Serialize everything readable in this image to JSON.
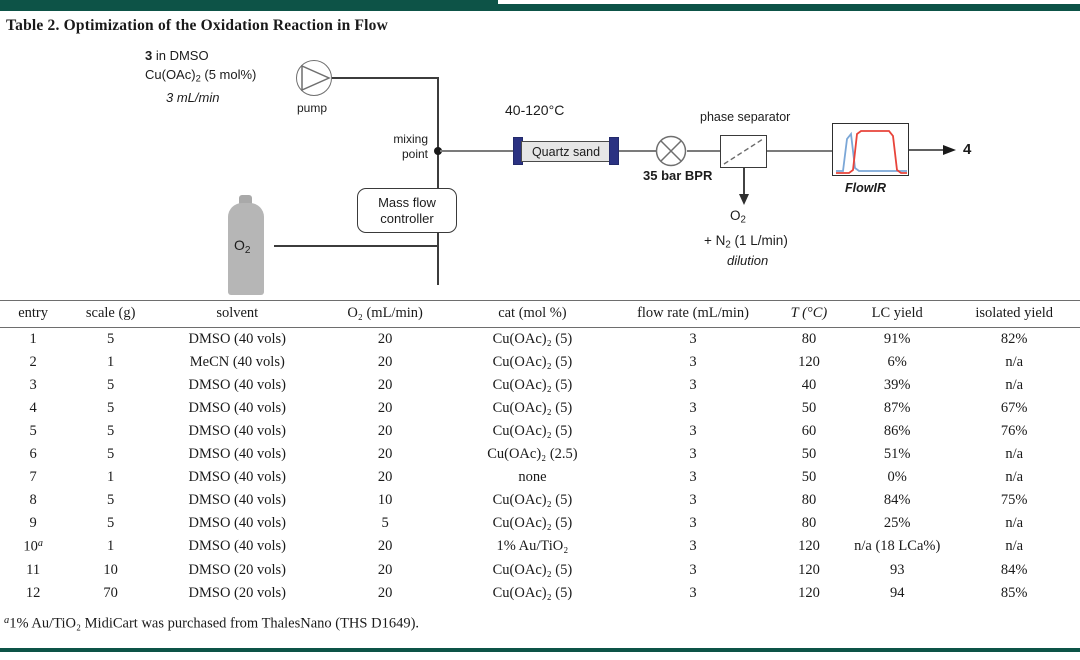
{
  "page": {
    "rule_color": "#0d5347",
    "caption": "Table 2. Optimization of the Oxidation Reaction in Flow"
  },
  "scheme": {
    "feed_line1_bold": "3",
    "feed_line1_rest": " in DMSO",
    "feed_catalyst": "Cu(OAc)",
    "feed_catalyst_sub": "2",
    "feed_catalyst_tail": " (5 mol%)",
    "feed_flow": "3 mL/min",
    "pump_label": "pump",
    "mixing_point_line1": "mixing",
    "mixing_point_line2": "point",
    "temperature_label": "40-120°C",
    "reactor_label": "Quartz sand",
    "bpr_label": "35 bar BPR",
    "phase_separator_label": "phase separator",
    "mfc_line1": "Mass flow",
    "mfc_line2": "controller",
    "cylinder_label": "O",
    "cylinder_label_sub": "2",
    "vent_o2": "O",
    "vent_o2_sub": "2",
    "dilution_gas_prefix": "+ N",
    "dilution_gas_sub": "2",
    "dilution_gas_tail": " (1 L/min)",
    "dilution_label": "dilution",
    "flowir_label": "FlowIR",
    "product_label": "4",
    "colors": {
      "reactor_cap": "#2b3282",
      "reactor_body": "#e6e6e6",
      "cylinder": "#b6b6b6",
      "line": "#7b7b7b",
      "ir_trace_red": "#e8443a",
      "ir_trace_blue": "#7ba7d7"
    }
  },
  "table": {
    "headers": [
      "entry",
      "scale (g)",
      "solvent",
      "O₂ (mL/min)",
      "cat (mol %)",
      "flow rate (mL/min)",
      "T (°C)",
      "LC yield",
      "isolated yield"
    ],
    "rows": [
      {
        "entry": "1",
        "entry_sup": "",
        "scale": "5",
        "solvent": "DMSO (40 vols)",
        "o2": "20",
        "cat": "Cu(OAc)₂ (5)",
        "flow": "3",
        "temp": "80",
        "lc": "91%",
        "iso": "82%"
      },
      {
        "entry": "2",
        "entry_sup": "",
        "scale": "1",
        "solvent": "MeCN (40 vols)",
        "o2": "20",
        "cat": "Cu(OAc)₂ (5)",
        "flow": "3",
        "temp": "120",
        "lc": "6%",
        "iso": "n/a"
      },
      {
        "entry": "3",
        "entry_sup": "",
        "scale": "5",
        "solvent": "DMSO (40 vols)",
        "o2": "20",
        "cat": "Cu(OAc)₂ (5)",
        "flow": "3",
        "temp": "40",
        "lc": "39%",
        "iso": "n/a"
      },
      {
        "entry": "4",
        "entry_sup": "",
        "scale": "5",
        "solvent": "DMSO (40 vols)",
        "o2": "20",
        "cat": "Cu(OAc)₂ (5)",
        "flow": "3",
        "temp": "50",
        "lc": "87%",
        "iso": "67%"
      },
      {
        "entry": "5",
        "entry_sup": "",
        "scale": "5",
        "solvent": "DMSO (40 vols)",
        "o2": "20",
        "cat": "Cu(OAc)₂ (5)",
        "flow": "3",
        "temp": "60",
        "lc": "86%",
        "iso": "76%"
      },
      {
        "entry": "6",
        "entry_sup": "",
        "scale": "5",
        "solvent": "DMSO (40 vols)",
        "o2": "20",
        "cat": "Cu(OAc)₂ (2.5)",
        "flow": "3",
        "temp": "50",
        "lc": "51%",
        "iso": "n/a"
      },
      {
        "entry": "7",
        "entry_sup": "",
        "scale": "1",
        "solvent": "DMSO (40 vols)",
        "o2": "20",
        "cat": "none",
        "flow": "3",
        "temp": "50",
        "lc": "0%",
        "iso": "n/a"
      },
      {
        "entry": "8",
        "entry_sup": "",
        "scale": "5",
        "solvent": "DMSO (40 vols)",
        "o2": "10",
        "cat": "Cu(OAc)₂ (5)",
        "flow": "3",
        "temp": "80",
        "lc": "84%",
        "iso": "75%"
      },
      {
        "entry": "9",
        "entry_sup": "",
        "scale": "5",
        "solvent": "DMSO (40 vols)",
        "o2": "5",
        "cat": "Cu(OAc)₂ (5)",
        "flow": "3",
        "temp": "80",
        "lc": "25%",
        "iso": "n/a"
      },
      {
        "entry": "10",
        "entry_sup": "a",
        "scale": "1",
        "solvent": "DMSO (40 vols)",
        "o2": "20",
        "cat": "1% Au/TiO₂",
        "flow": "3",
        "temp": "120",
        "lc": "n/a (18 LCa%)",
        "iso": "n/a"
      },
      {
        "entry": "11",
        "entry_sup": "",
        "scale": "10",
        "solvent": "DMSO (20 vols)",
        "o2": "20",
        "cat": "Cu(OAc)₂ (5)",
        "flow": "3",
        "temp": "120",
        "lc": "93",
        "iso": "84%"
      },
      {
        "entry": "12",
        "entry_sup": "",
        "scale": "70",
        "solvent": "DMSO (20 vols)",
        "o2": "20",
        "cat": "Cu(OAc)₂ (5)",
        "flow": "3",
        "temp": "120",
        "lc": "94",
        "iso": "85%"
      }
    ],
    "footnote_marker": "a",
    "footnote_text": "1% Au/TiO₂ MidiCart was purchased from ThalesNano (THS D1649)."
  }
}
